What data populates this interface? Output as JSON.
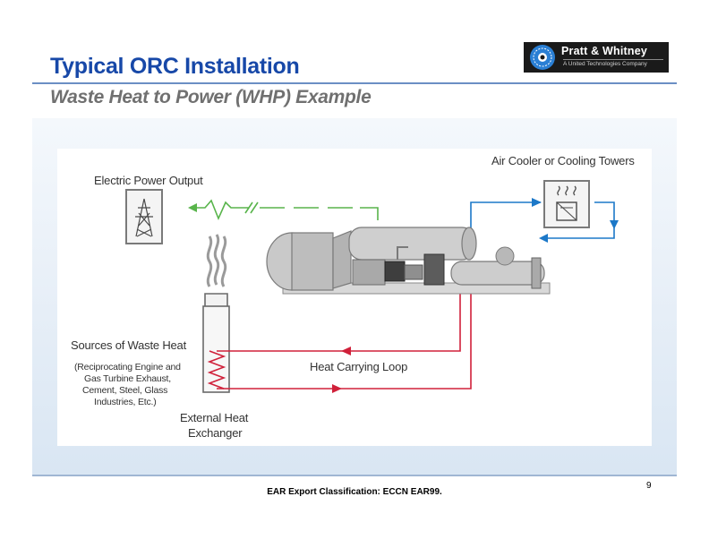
{
  "slide": {
    "title": "Typical ORC Installation",
    "subtitle": "Waste Heat to Power (WHP) Example",
    "footer": "EAR Export Classification: ECCN EAR99.",
    "page_number": "9"
  },
  "logo": {
    "name": "Pratt & Whitney",
    "tagline": "A United Technologies Company",
    "icon": "turbine-logo-icon"
  },
  "diagram": {
    "labels": {
      "electric_power_output": "Electric Power Output",
      "air_cooler": "Air Cooler or Cooling Towers",
      "sources_title": "Sources of Waste Heat",
      "sources_detail_1": "(Reciprocating Engine and",
      "sources_detail_2": "Gas Turbine Exhaust,",
      "sources_detail_3": "Cement, Steel, Glass",
      "sources_detail_4": "Industries, Etc.)",
      "heat_loop": "Heat Carrying Loop",
      "exchanger_1": "External Heat",
      "exchanger_2": "Exchanger"
    },
    "icons": [
      "power-tower-icon",
      "cooling-tower-icon",
      "heat-waves-icon",
      "exchanger-coil-icon",
      "orc-machine-icon"
    ],
    "colors": {
      "power_line": "#58b44b",
      "cooling_loop": "#1c78c8",
      "heat_loop": "#d0203a",
      "title_blue": "#1748a8"
    }
  }
}
